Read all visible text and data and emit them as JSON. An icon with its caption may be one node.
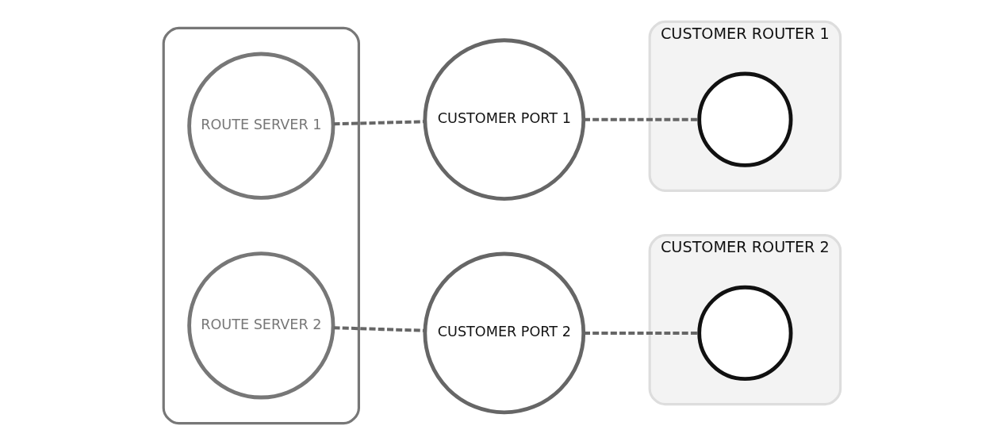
{
  "diagram": {
    "nodes": [
      {
        "text": [],
        "shape": "box"
      },
      {
        "text": [
          "ROUTE SERVER 1"
        ],
        "in": 0
      },
      {
        "text": [
          "ROUTE SERVER 2"
        ],
        "in": 0
      },
      {
        "text": [
          "CUSTOMER PORT 1"
        ]
      },
      {
        "text": [
          "CUSTOMER PORT 2"
        ]
      },
      {
        "text": [
          "CUSTOMER ROUTER 1"
        ]
      },
      {
        "text": [],
        "shape": "circle",
        "in": 5
      },
      {
        "text": [
          "CUSTOMER ROUTER 2"
        ]
      },
      {
        "text": [],
        "shape": "circle",
        "in": 7
      }
    ],
    "edges": [
      {
        "from": 1,
        "to": 3,
        "arrow": "none",
        "style": "dashed"
      },
      {
        "from": 3,
        "to": 6,
        "arrow": "none",
        "style": "dashed"
      },
      {
        "from": 2,
        "to": 4,
        "arrow": "none",
        "style": "dashed"
      },
      {
        "from": 4,
        "to": 8,
        "arrow": "none",
        "style": "dashed"
      }
    ]
  }
}
